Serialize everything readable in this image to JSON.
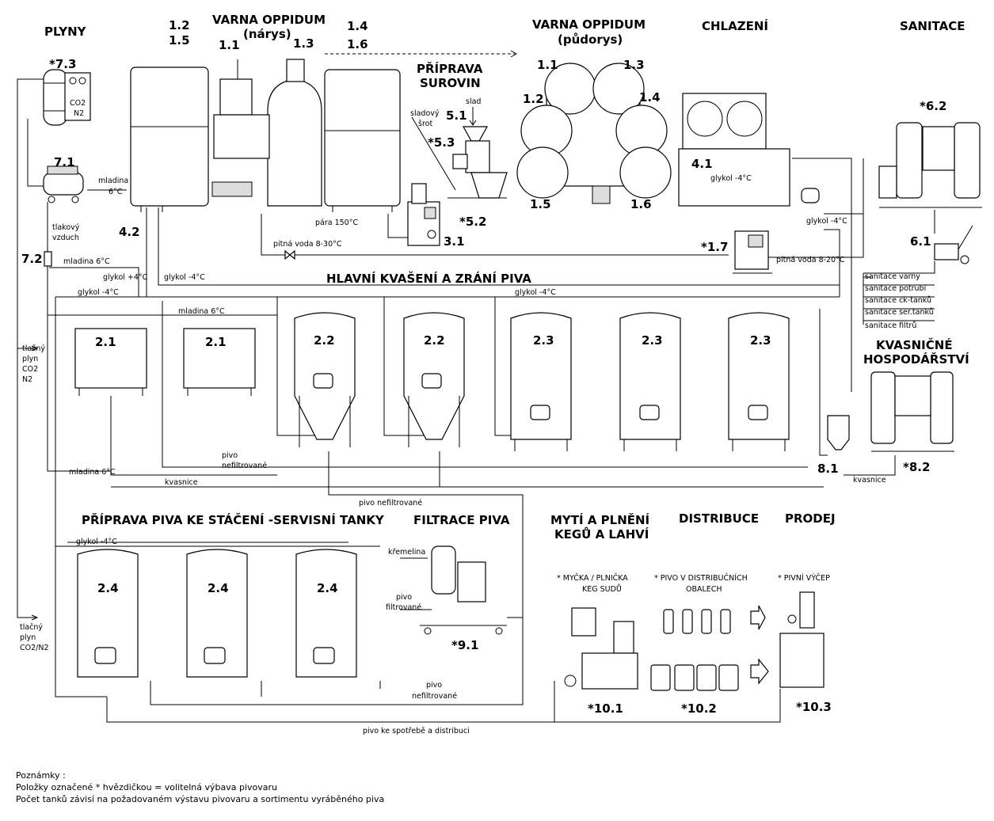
{
  "headings": {
    "plyny": "PLYNY",
    "varna_narys_1": "VARNA OPPIDUM",
    "varna_narys_2": "(nárys)",
    "varna_pudorys_1": "VARNA OPPIDUM",
    "varna_pudorys_2": "(půdorys)",
    "chlazeni": "CHLAZENÍ",
    "sanitace": "SANITACE",
    "priprava_surovin_1": "PŘÍPRAVA",
    "priprava_surovin_2": "SUROVIN",
    "hlavni_kvaseni": "HLAVNÍ KVAŠENÍ A ZRÁNÍ PIVA",
    "kvasnicne_1": "KVASNIČNÉ",
    "kvasnicne_2": "HOSPODÁŘSTVÍ",
    "servisni": "PŘÍPRAVA PIVA KE STÁČENÍ -SERVISNÍ TANKY",
    "filtrace": "FILTRACE PIVA",
    "myti_1": "MYTÍ A PLNĚNÍ",
    "myti_2": "KEGŮ A LAHVÍ",
    "distribuce": "DISTRIBUCE",
    "prodej": "PRODEJ"
  },
  "ids": {
    "i12": "1.2",
    "i15": "1.5",
    "i11": "1.1",
    "i13": "1.3",
    "i14": "1.4",
    "i16": "1.6",
    "p11": "1.1",
    "p13": "1.3",
    "p12": "1.2",
    "p14": "1.4",
    "p15": "1.5",
    "p16": "1.6",
    "i73": "*7.3",
    "i71": "7.1",
    "i72": "7.2",
    "i42": "4.2",
    "i51": "5.1",
    "i53": "*5.3",
    "i52": "*5.2",
    "i31": "3.1",
    "i41": "4.1",
    "i62": "*6.2",
    "i61": "6.1",
    "i17": "*1.7",
    "t21a": "2.1",
    "t21b": "2.1",
    "t22a": "2.2",
    "t22b": "2.2",
    "t23a": "2.3",
    "t23b": "2.3",
    "t23c": "2.3",
    "i81": "8.1",
    "i82": "*8.2",
    "t24a": "2.4",
    "t24b": "2.4",
    "t24c": "2.4",
    "i91": "*9.1",
    "i101": "*10.1",
    "i102": "*10.2",
    "i103": "*10.3"
  },
  "labels": {
    "co2": "CO2",
    "n2": "N2",
    "mladina_6c_a": "mladina",
    "mladina_6c_b": "6°C",
    "tlakovy": "tlakový",
    "vzduch": "vzduch",
    "mladina_6c_2": "mladina 6°C",
    "glykol_plus4": "glykol +4°C",
    "glykol_minus4_a": "glykol -4°C",
    "glykol_minus4_b": "glykol -4°C",
    "glykol_minus4_c": "glykol -4°C",
    "glykol_minus4_d": "glykol -4°C",
    "glykol_minus4_e": "glykol -4°C",
    "glykol_minus4_f": "glykol -4°C",
    "para": "pára 150°C",
    "pitna_voda_1": "pitná voda 8-30°C",
    "pitna_voda_2": "pitná voda 8-20°C",
    "sladovy": "sladový",
    "srot": "šrot",
    "slad": "slad",
    "san_varny": "sanitace varny",
    "san_potrubi": "sanitace potrubí",
    "san_ck": "sanitace ck-tanků",
    "san_ser": "sanitace ser.tanků",
    "san_filtru": "sanitace filtrů",
    "mladina_6c_3": "mladina 6°C",
    "mladina_6c_4": "mladina 6°C",
    "tlacny_1a": "tlačný",
    "tlacny_1b": "plyn",
    "tlacny_1c": "CO2",
    "tlacny_1d": "N2",
    "tlacny_2a": "tlačný",
    "tlacny_2b": "plyn",
    "tlacny_2c": "CO2/N2",
    "pivo_nef_1a": "pivo",
    "pivo_nef_1b": "nefiltrované",
    "kvasnice_1": "kvasnice",
    "kvasnice_2": "kvasnice",
    "pivo_nef_2": "pivo nefiltrované",
    "kremelina": "křemelina",
    "pivo_filtr_a": "pivo",
    "pivo_filtr_b": "filtrované",
    "pivo_nef_3a": "pivo",
    "pivo_nef_3b": "nefiltrované",
    "pivo_spotreba": "pivo ke spotřebě a distribuci",
    "mycka_a": "* MYČKA / PLNIČKA",
    "mycka_b": "KEG SUDŮ",
    "pivo_dist_a": "* PIVO V DISTRIBUČNÍCH",
    "pivo_dist_b": "OBALECH",
    "pivni_vycep": "* PIVNÍ VÝČEP"
  },
  "notes": {
    "title": "Poznámky :",
    "line1": "Položky označené * hvězdičkou = volitelná výbava pivovaru",
    "line2": "Počet tanků závisí na požadovaném výstavu pivovaru a sortimentu vyráběného piva"
  }
}
